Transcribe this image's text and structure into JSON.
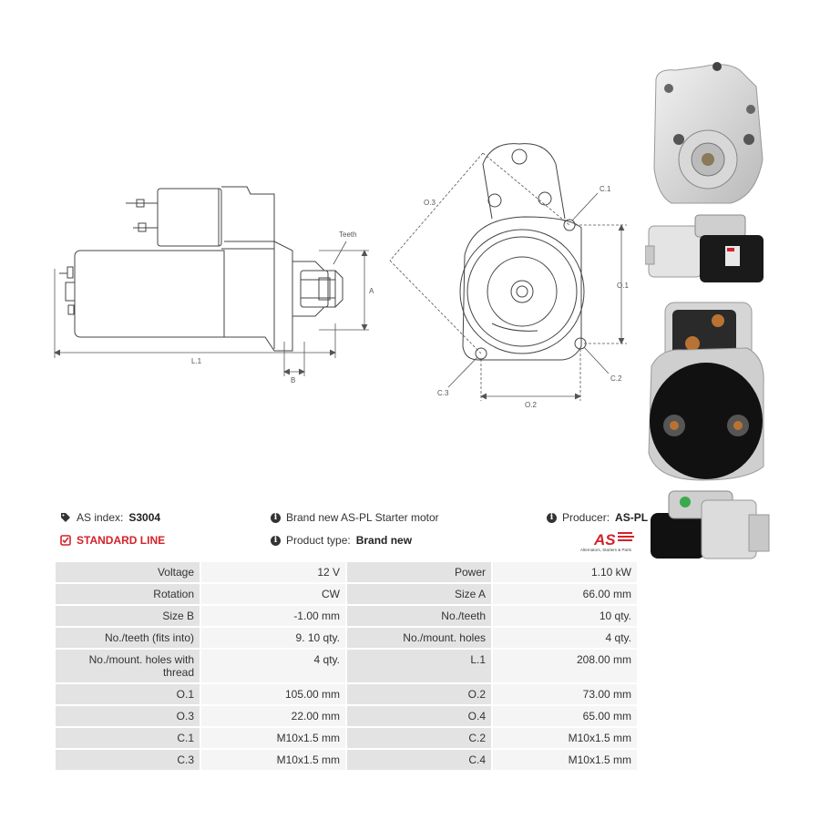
{
  "header": {
    "as_index_label": "AS index:",
    "as_index_value": "S3004",
    "standard_line": "STANDARD LINE",
    "description": "Brand new AS-PL Starter motor",
    "product_type_label": "Product type:",
    "product_type_value": "Brand new",
    "producer_label": "Producer:",
    "producer_value": "AS-PL",
    "logo_text": "AS",
    "logo_tagline": "Alternators, Starters & Parts"
  },
  "diagram": {
    "side": {
      "teeth": "Teeth",
      "a": "A",
      "b": "B",
      "l1": "L.1"
    },
    "front": {
      "o3": "O.3",
      "c1": "C.1",
      "o1": "O.1",
      "c2": "C.2",
      "c3": "C.3",
      "o2": "O.2"
    }
  },
  "specs": [
    {
      "l1": "Voltage",
      "v1": "12 V",
      "l2": "Power",
      "v2": "1.10 kW"
    },
    {
      "l1": "Rotation",
      "v1": "CW",
      "l2": "Size A",
      "v2": "66.00 mm"
    },
    {
      "l1": "Size B",
      "v1": "-1.00 mm",
      "l2": "No./teeth",
      "v2": "10 qty."
    },
    {
      "l1": "No./teeth (fits into)",
      "v1": "9. 10 qty.",
      "l2": "No./mount. holes",
      "v2": "4 qty."
    },
    {
      "l1": "No./mount. holes with thread",
      "v1": "4 qty.",
      "l2": "L.1",
      "v2": "208.00 mm"
    },
    {
      "l1": "O.1",
      "v1": "105.00 mm",
      "l2": "O.2",
      "v2": "73.00 mm"
    },
    {
      "l1": "O.3",
      "v1": "22.00 mm",
      "l2": "O.4",
      "v2": "65.00 mm"
    },
    {
      "l1": "C.1",
      "v1": "M10x1.5 mm",
      "l2": "C.2",
      "v2": "M10x1.5 mm"
    },
    {
      "l1": "C.3",
      "v1": "M10x1.5 mm",
      "l2": "C.4",
      "v2": "M10x1.5 mm"
    }
  ],
  "colors": {
    "accent_red": "#d2232a",
    "label_bg": "#e3e3e3",
    "value_bg": "#f5f5f5"
  }
}
